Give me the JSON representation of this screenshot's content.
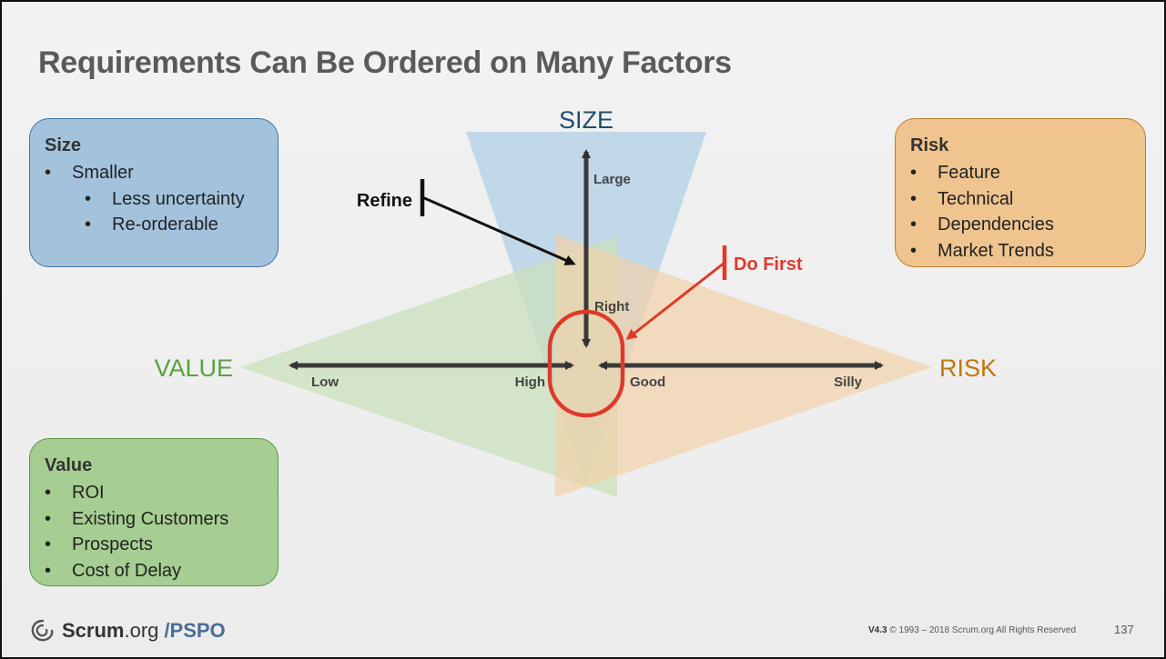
{
  "title": "Requirements Can Be Ordered on Many Factors",
  "panels": {
    "size": {
      "heading": "Size",
      "items": [
        {
          "text": "Smaller",
          "level": 1
        },
        {
          "text": "Less uncertainty",
          "level": 2
        },
        {
          "text": "Re-orderable",
          "level": 2
        }
      ]
    },
    "risk": {
      "heading": "Risk",
      "items": [
        "Feature",
        "Technical",
        "Dependencies",
        "Market Trends"
      ]
    },
    "value": {
      "heading": "Value",
      "items": [
        "ROI",
        "Existing Customers",
        "Prospects",
        "Cost of Delay"
      ]
    }
  },
  "diagram": {
    "axes": {
      "size": "SIZE",
      "value": "VALUE",
      "risk": "RISK"
    },
    "labels": {
      "large": "Large",
      "right": "Right",
      "low": "Low",
      "high": "High",
      "good": "Good",
      "silly": "Silly",
      "refine": "Refine",
      "do_first": "Do First"
    },
    "colors": {
      "size": "#1f4e6e",
      "value": "#5aa040",
      "risk": "#c0780f",
      "do_first": "#e0392a",
      "size_fill": "#b9d3e7",
      "value_fill": "#c9e0bc",
      "risk_fill": "#f2d2a8"
    }
  },
  "footer": {
    "brand": "Scrum",
    "brand_suffix": ".org",
    "product": "/PSPO",
    "version": "V4.3",
    "copyright": "© 1993 – 2018 Scrum.org All Rights Reserved",
    "page": "137"
  }
}
